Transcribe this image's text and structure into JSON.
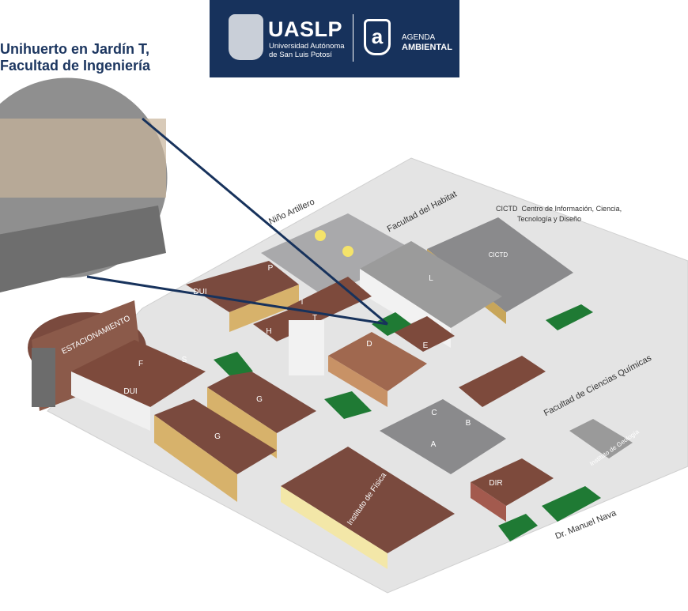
{
  "caption": {
    "line1": "Unihuerto en Jardín T,",
    "line2": "Facultad de Ingeniería"
  },
  "banner": {
    "brand": "UASLP",
    "university_line1": "Universidad Autónoma",
    "university_line2": "de San Luis Potosí",
    "agenda_line1": "AGENDA",
    "agenda_line2": "AMBIENTAL",
    "background": "#17325c"
  },
  "map": {
    "streets": {
      "north": "Niño Artillero",
      "south": "Dr. Manuel Nava"
    },
    "areas": {
      "habitat": "Facultad del Habitat",
      "quimicas": "Facultad de Ciencias Químicas",
      "cictd_code": "CICTD",
      "cictd_name_line1": "Centro de Información, Ciencia,",
      "cictd_name_line2": "Tecnología y Diseño",
      "geologia": "Instituto de Geología",
      "fisica": "Instituto de Física",
      "parking": "ESTACIONAMIENTO"
    },
    "buildings": [
      "P",
      "DUI",
      "I",
      "T",
      "H",
      "F",
      "S",
      "DUI",
      "G",
      "G",
      "D",
      "E",
      "L",
      "A",
      "B",
      "C",
      "DIR"
    ]
  }
}
